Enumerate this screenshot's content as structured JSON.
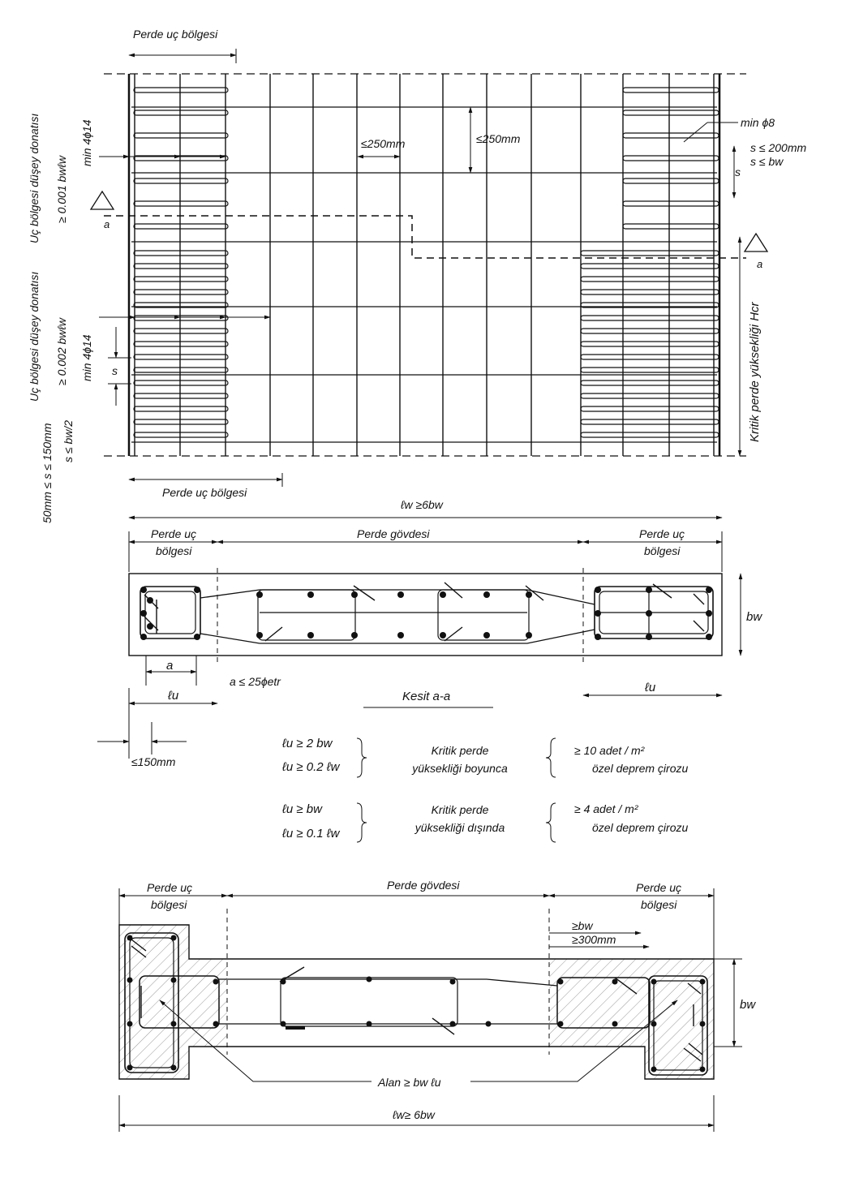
{
  "elevation": {
    "end_zone_top": "Perde uç bölgesi",
    "end_zone_bottom": "Perde uç bölgesi",
    "left_label_upper": [
      "Uç bölgesi düşey donatısı",
      "≥ 0.001 bwℓw",
      "min 4ϕ14"
    ],
    "left_label_lower": [
      "Uç bölgesi düşey donatısı",
      "≥ 0.002 bwℓw",
      "min 4ϕ14"
    ],
    "left_spacing": [
      "50mm ≤ s ≤ 150mm",
      "s ≤ bw/2"
    ],
    "s_label": "s",
    "spacing_h": "≤250mm",
    "spacing_v": "≤250mm",
    "min_bar": "min ϕ8",
    "right_spacing": [
      "s ≤ 200mm",
      "s ≤ bw"
    ],
    "section_mark": "a",
    "critical_height": "Kritik perde yüksekliği Hcr"
  },
  "section_a": {
    "lw": "ℓw ≥6bw",
    "end_zone": [
      "Perde uç",
      "bölgesi"
    ],
    "body": "Perde gövdesi",
    "bw": "bw",
    "a": "a",
    "a_limit": "a ≤ 25ϕetr",
    "lu": "ℓu",
    "title": "Kesit a-a",
    "cover": "≤150mm"
  },
  "conditions": [
    {
      "left": [
        "ℓu ≥ 2 bw",
        "ℓu ≥ 0.2 ℓw"
      ],
      "mid": [
        "Kritik perde",
        "yüksekliği boyunca"
      ],
      "right": [
        "≥ 10 adet / m²",
        "özel deprem çirozu"
      ]
    },
    {
      "left": [
        "ℓu ≥ bw",
        "ℓu ≥ 0.1 ℓw"
      ],
      "mid": [
        "Kritik perde",
        "yüksekliği dışında"
      ],
      "right": [
        "≥ 4 adet / m²",
        "özel deprem çirozu"
      ]
    }
  ],
  "section_b": {
    "end_zone": [
      "Perde uç",
      "bölgesi"
    ],
    "body": "Perde gövdesi",
    "flange": [
      "≥bw",
      "≥300mm"
    ],
    "bw": "bw",
    "area": "Alan ≥ bw ℓu",
    "lw": "ℓw≥ 6bw"
  }
}
